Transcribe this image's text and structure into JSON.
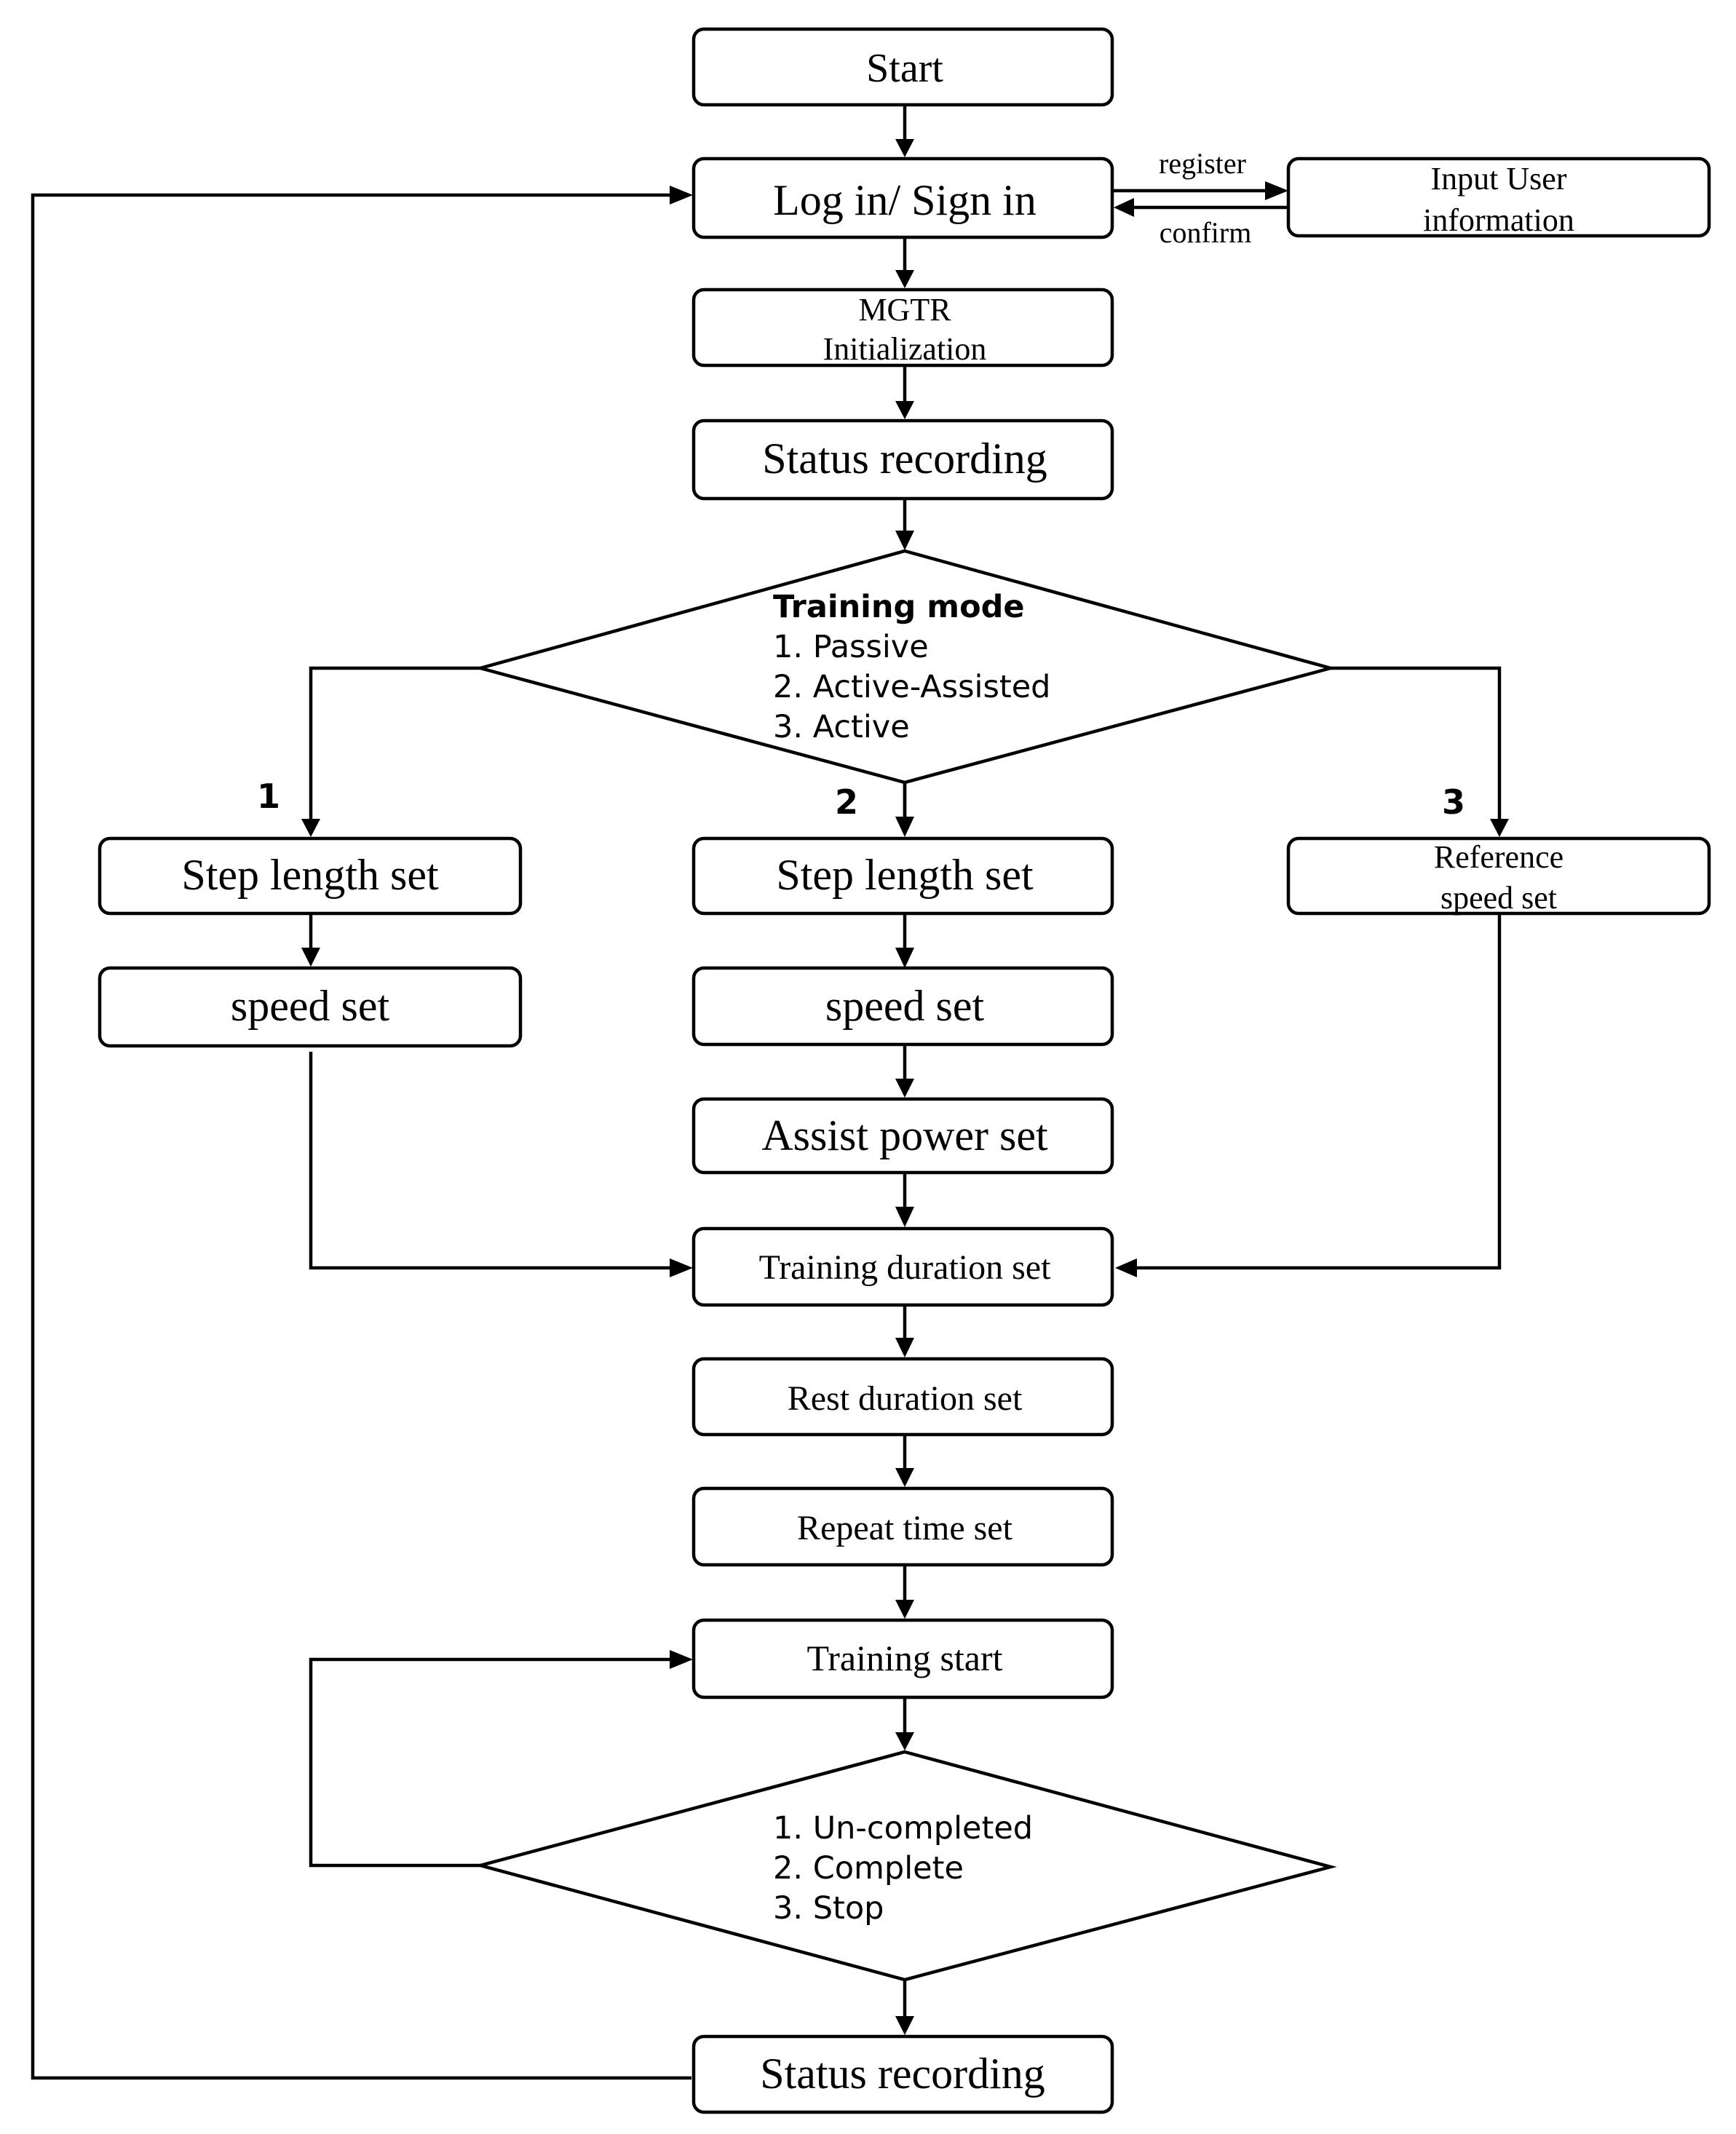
{
  "nodes": {
    "start": "Start",
    "login": "Log in/ Sign in",
    "input_user_1": "Input User",
    "input_user_2": "information",
    "mgtr_1": "MGTR",
    "mgtr_2": "Initialization",
    "status_recording_top": "Status recording",
    "training_mode_title": "Training mode",
    "mode_1": "1. Passive",
    "mode_2": "2. Active-Assisted",
    "mode_3": "3. Active",
    "branch_1_label": "1",
    "branch_2_label": "2",
    "branch_3_label": "3",
    "step_length_1": "Step length set",
    "speed_1": "speed set",
    "step_length_2": "Step length set",
    "speed_2": "speed set",
    "assist_power": "Assist power set",
    "reference_1": "Reference",
    "reference_2": "speed set",
    "training_duration": "Training duration set",
    "rest_duration": "Rest duration set",
    "repeat_time": "Repeat time set",
    "training_start": "Training start",
    "result_1": "1. Un-completed",
    "result_2": "2. Complete",
    "result_3": "3. Stop",
    "status_recording_bottom": "Status recording"
  },
  "edges": {
    "register": "register",
    "confirm": "confirm"
  }
}
